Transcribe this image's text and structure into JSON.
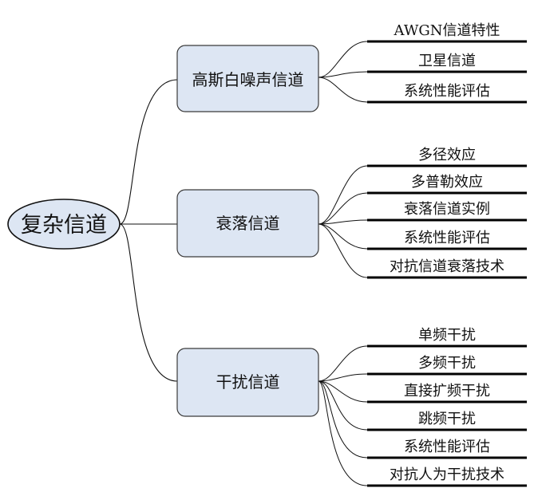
{
  "root": {
    "label": "复杂信道"
  },
  "branches": [
    {
      "label": "高斯白噪声信道",
      "leaves": [
        "AWGN信道特性",
        "卫星信道",
        "系统性能评估"
      ]
    },
    {
      "label": "衰落信道",
      "leaves": [
        "多径效应",
        "多普勒效应",
        "衰落信道实例",
        "系统性能评估",
        "对抗信道衰落技术"
      ]
    },
    {
      "label": "干扰信道",
      "leaves": [
        "单频干扰",
        "多频干扰",
        "直接扩频干扰",
        "跳频干扰",
        "系统性能评估",
        "对抗人为干扰技术"
      ]
    }
  ],
  "colors": {
    "box_fill": "#dde6f3",
    "box_stroke": "#3a3a3a",
    "line": "#111111",
    "underline": "#000000"
  }
}
